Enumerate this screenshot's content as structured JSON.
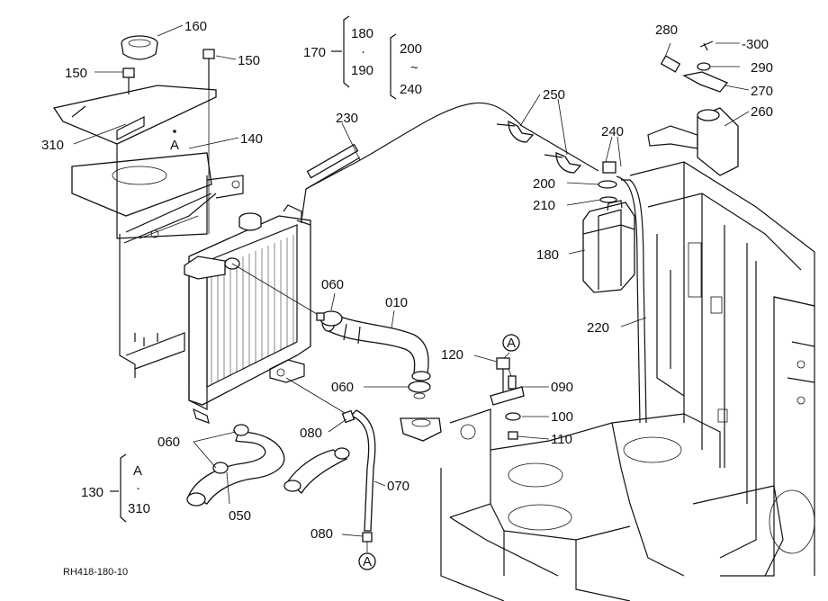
{
  "drawing_code": "RH418-180-10",
  "brackets": {
    "group_170": {
      "label": "170",
      "top": "180",
      "dot": "·",
      "bottom": "190"
    },
    "group_200_240": {
      "top": "200",
      "tilde": "~",
      "bottom": "240"
    },
    "group_130": {
      "label": "130",
      "top": "A",
      "dot": "·",
      "bottom": "310"
    }
  },
  "callouts": {
    "c160": "160",
    "c150a": "150",
    "c150b": "150",
    "c310": "310",
    "c140": "140",
    "cA_plate": "A",
    "c230": "230",
    "c250": "250",
    "c240": "240",
    "c200": "200",
    "c210": "210",
    "c180": "180",
    "c280": "280",
    "c300": "-300",
    "c290": "290",
    "c270": "270",
    "c260": "260",
    "c220": "220",
    "c060a": "060",
    "c010": "010",
    "c060b": "060",
    "c120": "120",
    "cA_bolt": "A",
    "c090": "090",
    "c100": "100",
    "c110": "110",
    "c060c": "060",
    "c080a": "080",
    "c050": "050",
    "c070": "070",
    "c080b": "080",
    "cA_bottom": "A"
  }
}
